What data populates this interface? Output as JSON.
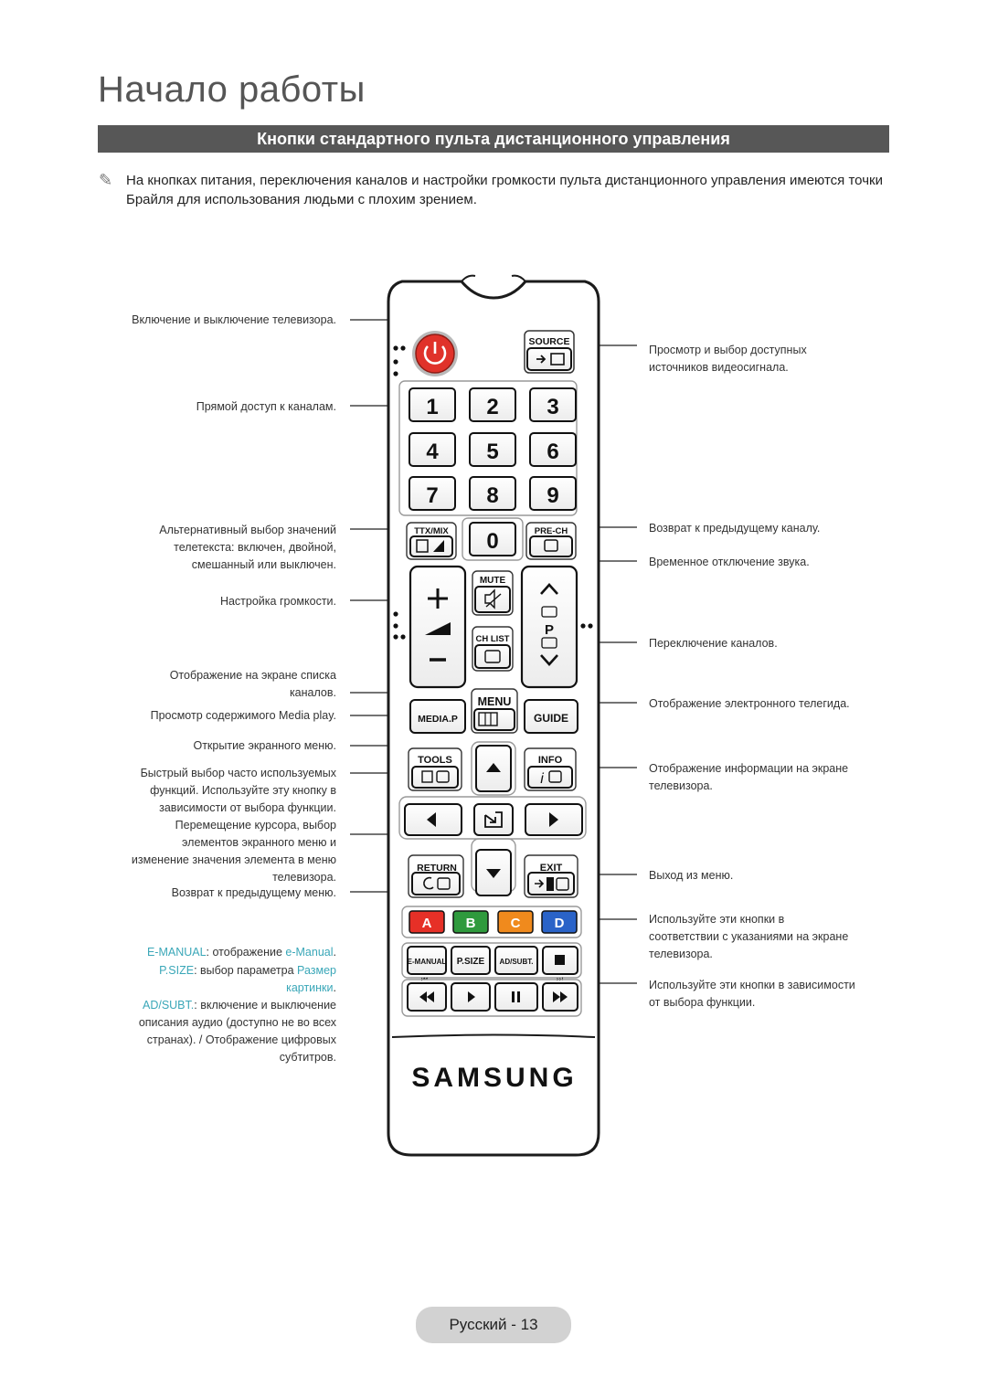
{
  "page": {
    "title": "Начало работы",
    "section": "Кнопки стандартного пульта дистанционного управления",
    "note": "На кнопках питания, переключения каналов и настройки громкости пульта дистанционного управления имеются точки Брайля для использования людьми с плохим зрением.",
    "footer": "Русский - 13"
  },
  "left_labels": {
    "power": "Включение и выключение телевизора.",
    "digits": "Прямой доступ к каналам.",
    "ttx_1": "Альтернативный выбор значений",
    "ttx_2": "телетекста: включен, двойной,",
    "ttx_3": "смешанный или выключен.",
    "volume": "Настройка громкости.",
    "chlist_1": "Отображение на экране списка",
    "chlist_2": "каналов.",
    "media": "Просмотр содержимого Media play.",
    "menu": "Открытие экранного меню.",
    "tools_1": "Быстрый выбор часто используемых",
    "tools_2": "функций. Используйте эту кнопку в",
    "tools_3": "зависимости от выбора функции.",
    "cursor_1": "Перемещение курсора, выбор",
    "cursor_2": "элементов экранного меню и",
    "cursor_3": "изменение значения элемента в меню",
    "cursor_4": "телевизора.",
    "return": "Возврат к предыдущему меню.",
    "emanual_key": "E-MANUAL",
    "emanual_text": ": отображение ",
    "emanual_val": "e-Manual",
    "emanual_end": ".",
    "psize_key": "P.SIZE",
    "psize_text": ": выбор параметра ",
    "psize_val1": "Размер",
    "psize_val2": "картинки",
    "psize_end": ".",
    "adsubt_key": "AD/SUBT.",
    "adsubt_text": ": включение и выключение",
    "adsubt_2": "описания аудио (доступно не во всех",
    "adsubt_3": "странах). / Отображение цифровых",
    "adsubt_4": "субтитров."
  },
  "right_labels": {
    "source_1": "Просмотр и выбор доступных",
    "source_2": "источников видеосигнала.",
    "prech": "Возврат к предыдущему каналу.",
    "mute": "Временное отключение звука.",
    "channel": "Переключение каналов.",
    "guide": "Отображение электронного телегида.",
    "info_1": "Отображение информации на экране",
    "info_2": "телевизора.",
    "exit": "Выход из меню.",
    "color_1": "Используйте эти кнопки в",
    "color_2": "соответствии с указаниями на экране",
    "color_3": "телевизора.",
    "media_1": "Используйте эти кнопки в зависимости",
    "media_2": "от выбора функции."
  },
  "remote": {
    "source": "SOURCE",
    "digits": [
      "1",
      "2",
      "3",
      "4",
      "5",
      "6",
      "7",
      "8",
      "9",
      "0"
    ],
    "ttx": "TTX/MIX",
    "prech": "PRE-CH",
    "mute": "MUTE",
    "chlist": "CH LIST",
    "p": "P",
    "menu": "MENU",
    "media": "MEDIA.P",
    "guide": "GUIDE",
    "tools": "TOOLS",
    "info": "INFO",
    "return": "RETURN",
    "exit": "EXIT",
    "color_keys": [
      "A",
      "B",
      "C",
      "D"
    ],
    "emanual": "E-MANUAL",
    "psize": "P.SIZE",
    "adsubt": "AD/SUBT.",
    "brand": "SAMSUNG",
    "colors": {
      "A": "#e63027",
      "B": "#2f9a3d",
      "C": "#f08a1d",
      "D": "#2a63c8",
      "power": "#e0322a"
    }
  }
}
